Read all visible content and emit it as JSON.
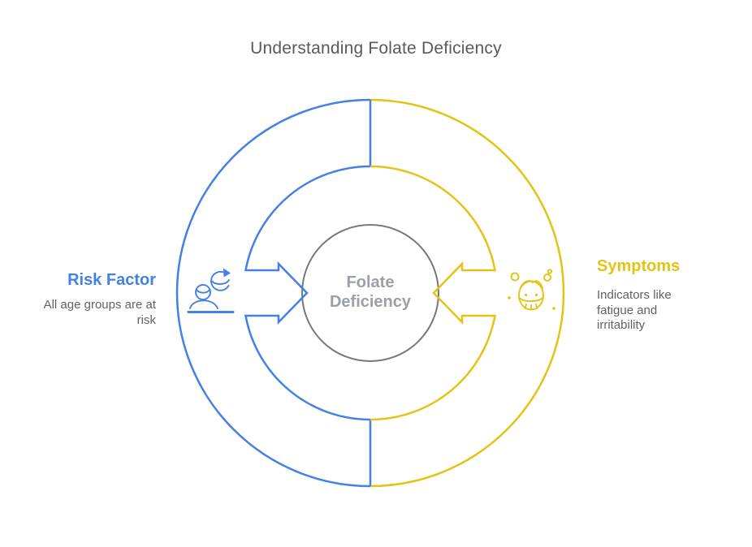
{
  "title": "Understanding Folate Deficiency",
  "center": {
    "label": "Folate Deficiency"
  },
  "left_panel": {
    "heading": "Risk Factor",
    "description": "All age groups are at risk"
  },
  "right_panel": {
    "heading": "Symptoms",
    "description": "Indicators like fatigue and irritability"
  },
  "icons": {
    "left": "person-age-cycle-icon",
    "right": "sick-face-mask-icon"
  },
  "colors": {
    "blue": "#4580E4",
    "yellow": "#E3C414",
    "circle_gray": "#787878",
    "title_gray": "#5A5A5C",
    "text_gray": "#5F6368",
    "center_text_gray": "#9AA0A6"
  }
}
